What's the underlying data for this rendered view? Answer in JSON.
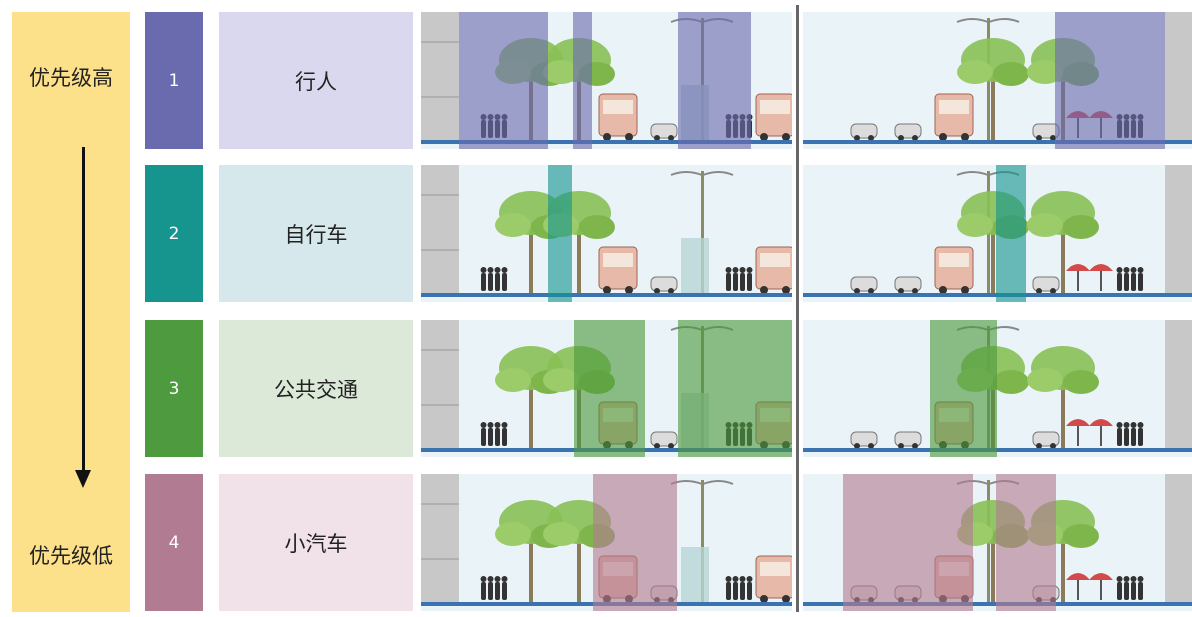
{
  "priority": {
    "high_label": "优先级高",
    "low_label": "优先级低"
  },
  "rows": [
    {
      "number": "1",
      "label": "行人",
      "color": "#6a6aaf",
      "label_bg": "#d9d8ee"
    },
    {
      "number": "2",
      "label": "自行车",
      "color": "#16958f",
      "label_bg": "#d6e8ec"
    },
    {
      "number": "3",
      "label": "公共交通",
      "color": "#4e9a3e",
      "label_bg": "#dde9d8"
    },
    {
      "number": "4",
      "label": "小汽车",
      "color": "#b17b92",
      "label_bg": "#f0e2e8"
    }
  ],
  "scene_colors": {
    "sky": "#eaf4f8",
    "building": "#c8c8c8",
    "tree": "#88c055",
    "road": "#3a73b0"
  }
}
